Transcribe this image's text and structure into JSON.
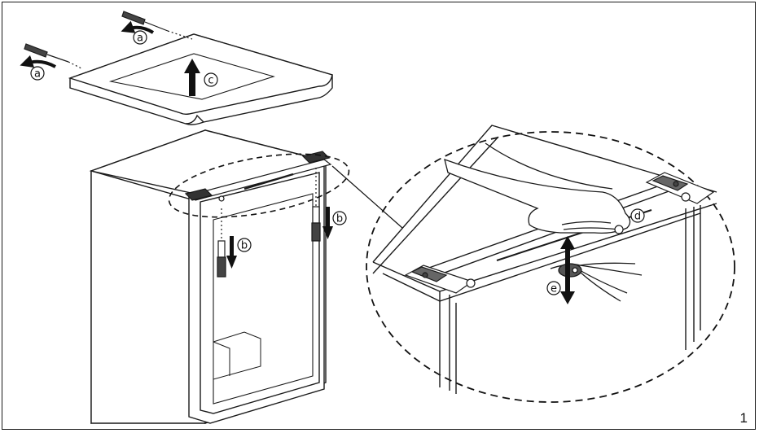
{
  "figure": {
    "number": "1",
    "callouts": {
      "a": "a",
      "b": "b",
      "c": "c",
      "d": "d",
      "e": "e"
    }
  },
  "colors": {
    "line": "#1a1a1a",
    "background": "#ffffff"
  }
}
